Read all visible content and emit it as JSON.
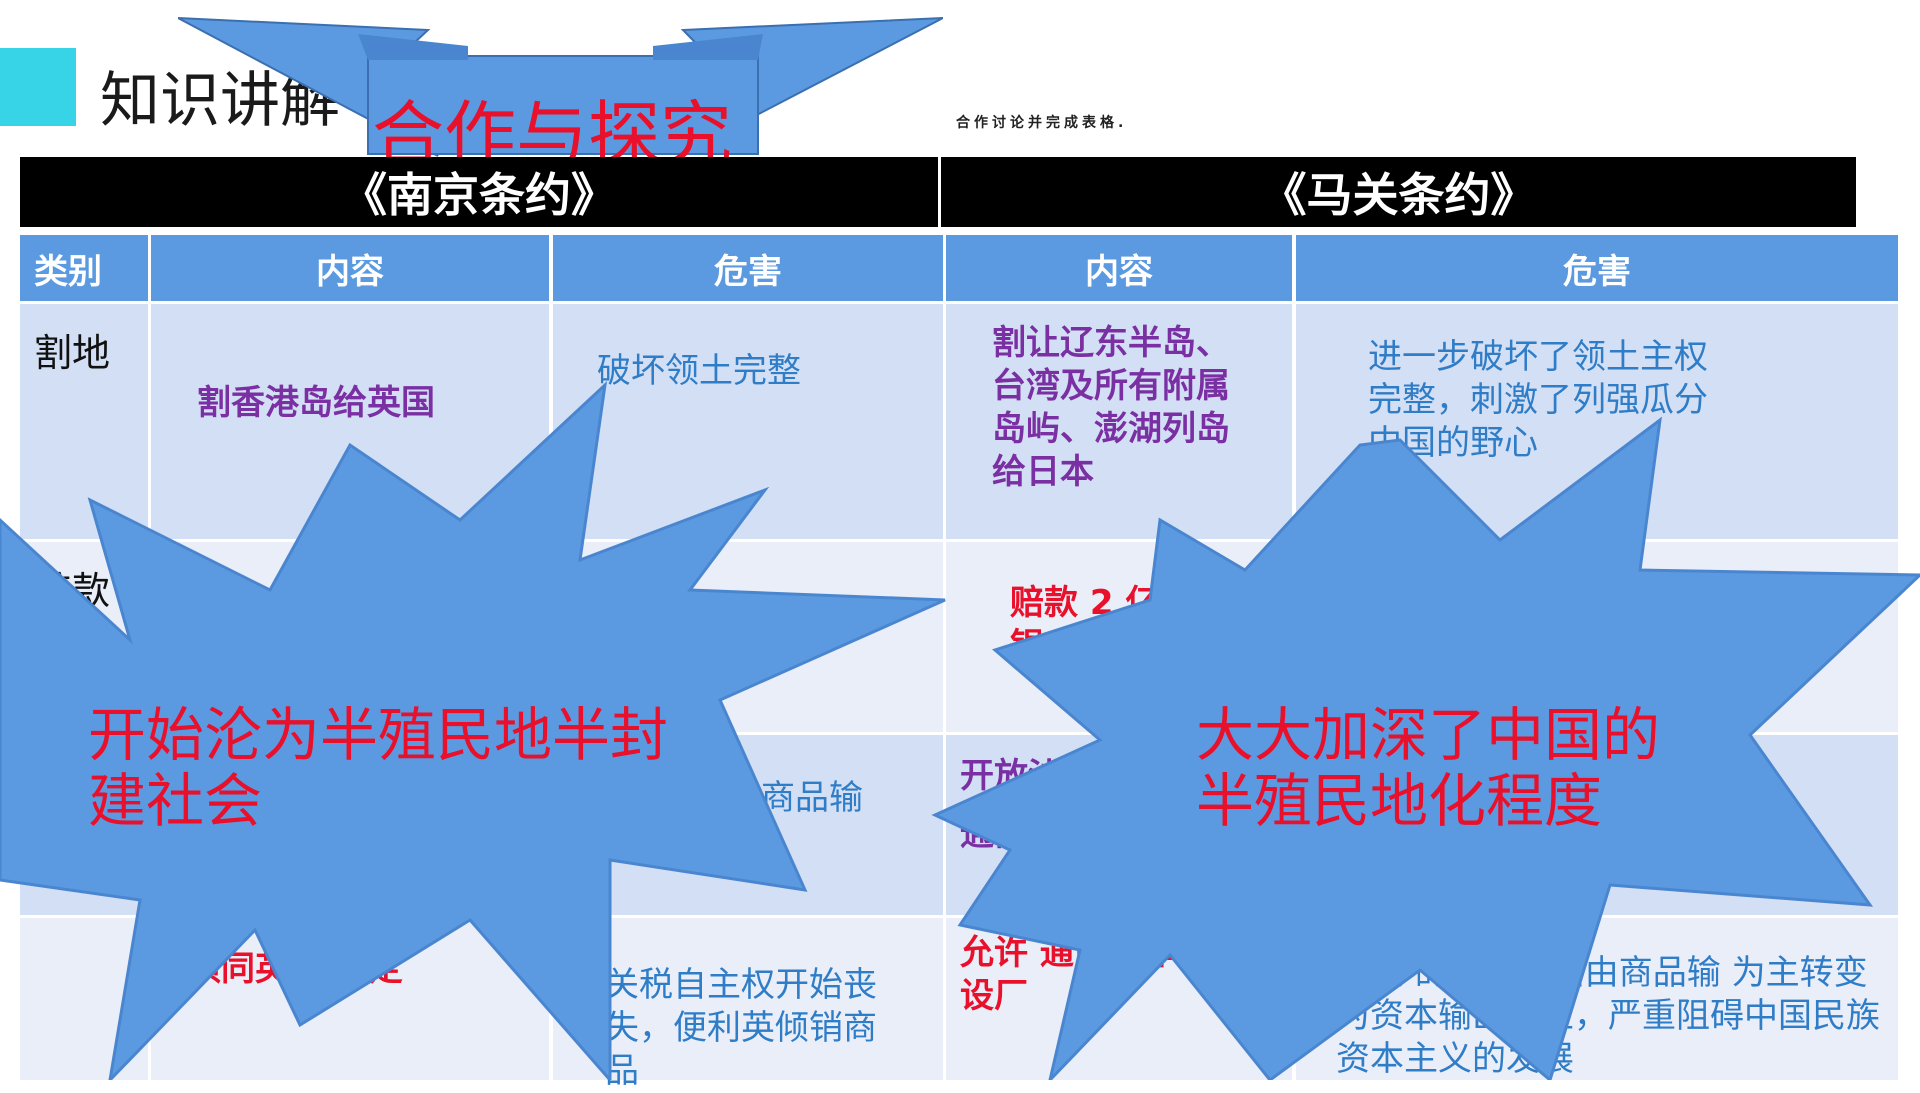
{
  "header": {
    "title": "知识讲解",
    "banner": "合作与探究",
    "instruction": "合作讨论并完成表格."
  },
  "treaties": [
    "《南京条约》",
    "《马关条约》"
  ],
  "columns": {
    "category": "类别",
    "content": "内容",
    "harm": "危害"
  },
  "rows": [
    {
      "category": "割地",
      "nanjing_content": "割香港岛给英国",
      "nanjing_harm": "破坏领土完整",
      "maguan_content": "割让辽东半岛、台湾及所有附属岛屿、澎湖列岛给日本",
      "maguan_harm": "进一步破坏了领土主权完整，刺激了列强瓜分中国的野心"
    },
    {
      "category": "赔款",
      "nanjing_content": "",
      "nanjing_harm": "",
      "maguan_content": "赔款 2 亿两白银",
      "maguan_harm": ""
    },
    {
      "category": "",
      "nanjing_content": "",
      "nanjing_harm": "英国商品输",
      "maguan_content": "开放沙市 通商口",
      "maguan_harm": ""
    },
    {
      "category": "",
      "nanjing_content": "须同英国商 定",
      "nanjing_harm": "关税自主权开始丧失，便利英倾销商品",
      "maguan_content": "允许 通商口岸设厂",
      "maguan_harm": "主义 的经济侵略由商品输 为主转变为资本输出为主，严重阻碍中国民族资本主义的发展"
    }
  ],
  "callouts": {
    "left": "开始沦为半殖民地半封建社会",
    "right": "大大加深了中国的半殖民地化程度"
  },
  "colors": {
    "accent": "#37d3e6",
    "banner_fill": "#5b9ae0",
    "header_black": "#000000",
    "red_text": "#e8102a",
    "purple_text": "#7a2fa3",
    "blue_text": "#2f7cc7"
  }
}
